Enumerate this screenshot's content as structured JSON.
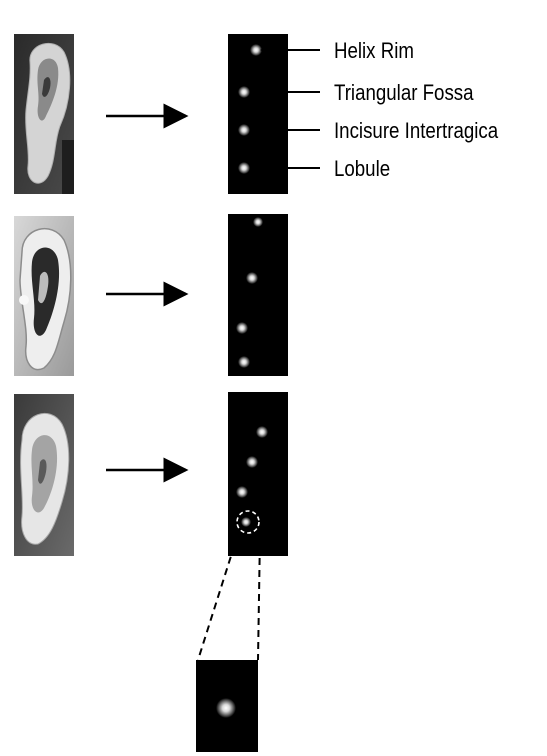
{
  "labels": {
    "helix_rim": "Helix Rim",
    "triangular_fossa": "Triangular Fossa",
    "incisure_intertragica": "Incisure Intertragica",
    "lobule": "Lobule"
  },
  "colors": {
    "background": "#ffffff",
    "panel": "#000000",
    "marker": "#ffffff"
  },
  "icons": [
    "ear-photo",
    "right-arrow-icon",
    "feature-point-marker",
    "dashed-zoom-circle"
  ]
}
